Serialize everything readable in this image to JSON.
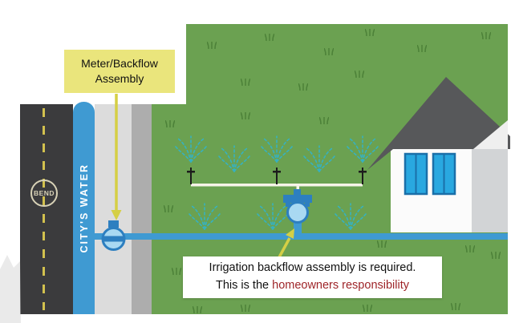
{
  "labels": {
    "meter_box_line1": "Meter/Backflow",
    "meter_box_line2": "Assembly",
    "note_line1": "Irrigation backflow assembly is required.",
    "note_line2_prefix": "This is the ",
    "note_line2_highlight": "homeowners responsibility",
    "citys_water": "CITY'S WATER",
    "bend_logo": "BEND"
  },
  "colors": {
    "grass_green": "#6ba151",
    "grass_tuft": "#4c8138",
    "road_gray": "#3b3b3d",
    "road_dash_yellow": "#d2c14e",
    "water_blue": "#3f9ad2",
    "device_blue_dark": "#2d7fc0",
    "device_blue_light": "#a9d9f2",
    "spray_teal": "#37b1bf",
    "pipe_white": "#f5f3e8",
    "callout_yellow": "#eae57c",
    "arrow_yellow": "#d5cf45",
    "highlight_red": "#9e2428",
    "roof_gray": "#57585a",
    "wall_white": "#fbfbfb",
    "wall_side_gray": "#d2d4d6",
    "gable_white": "#efefef",
    "window_blue": "#29a8e0",
    "window_frame": "#1a6fa9",
    "sidewalk_gray": "#adadad",
    "strip_light_gray": "#dcdcdc"
  },
  "icons": {
    "sprinkler_head": "sprinkler-head-icon",
    "water_spray": "water-spray-icon",
    "grass_tuft": "grass-tuft-icon",
    "meter_backflow": "meter-backflow-icon",
    "irrigation_backflow": "irrigation-backflow-icon",
    "house": "house-icon",
    "bend_logo": "bend-city-logo"
  }
}
